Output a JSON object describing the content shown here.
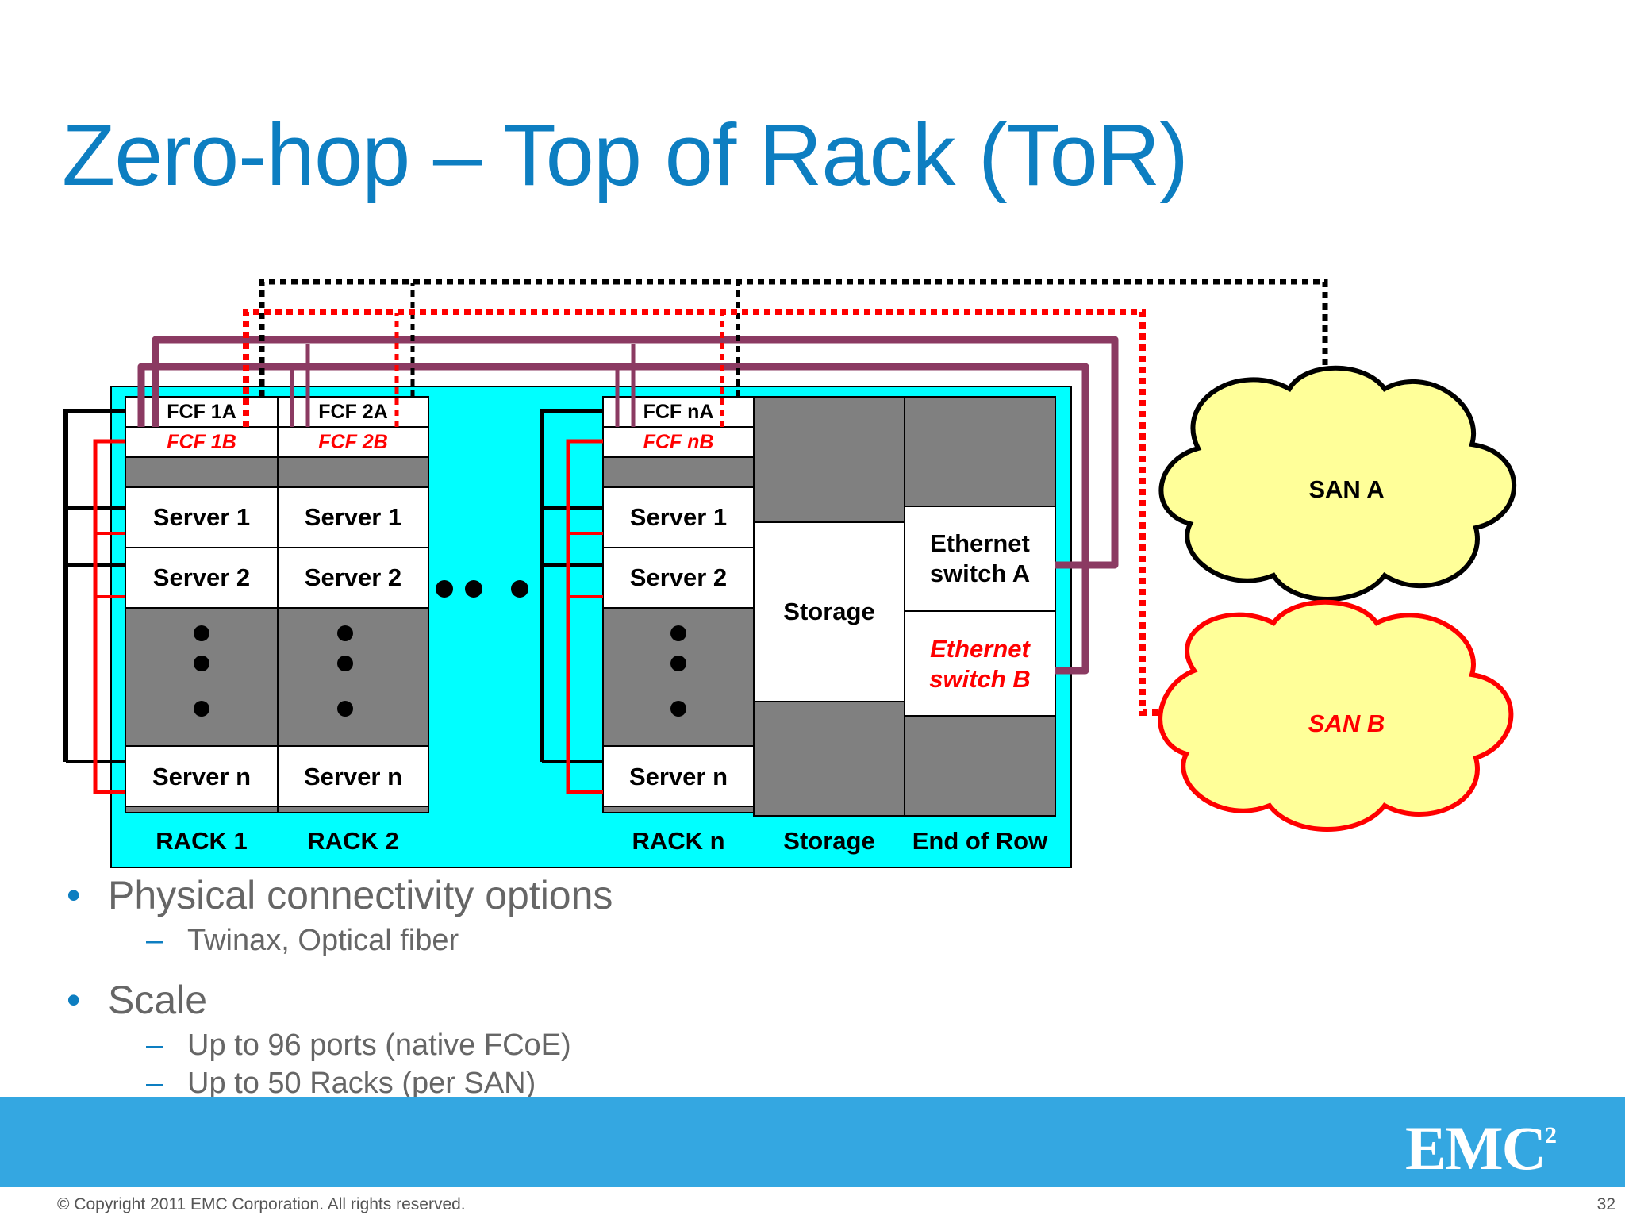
{
  "slide": {
    "title": "Zero-hop – Top of Rack (ToR)",
    "page_number": "32",
    "copyright": "© Copyright 2011 EMC Corporation. All rights reserved.",
    "logo_text": "EMC",
    "logo_superscript": "2"
  },
  "diagram": {
    "racks": [
      {
        "fcf_a": "FCF 1A",
        "fcf_b": "FCF 1B",
        "server_1": "Server 1",
        "server_2": "Server 2",
        "server_n": "Server n",
        "label": "RACK 1"
      },
      {
        "fcf_a": "FCF 2A",
        "fcf_b": "FCF 2B",
        "server_1": "Server 1",
        "server_2": "Server 2",
        "server_n": "Server n",
        "label": "RACK 2"
      },
      {
        "fcf_a": "FCF nA",
        "fcf_b": "FCF nB",
        "server_1": "Server 1",
        "server_2": "Server 2",
        "server_n": "Server n",
        "label": "RACK n"
      }
    ],
    "storage": {
      "box": "Storage",
      "label": "Storage"
    },
    "end_of_row": {
      "switch_a_line1": "Ethernet",
      "switch_a_line2": "switch A",
      "switch_b_line1": "Ethernet",
      "switch_b_line2": "switch B",
      "label": "End of Row"
    },
    "san_a": "SAN A",
    "san_b": "SAN B"
  },
  "bullets": {
    "b1": "Physical connectivity options",
    "b1_1": "Twinax, Optical fiber",
    "b2": "Scale",
    "b2_1": "Up to 96 ports (native FCoE)",
    "b2_2": "Up to 50 Racks (per SAN)"
  },
  "colors": {
    "title": "#0d7ec1",
    "background_panel": "#00ffff",
    "gray_fill": "#808080",
    "fabric_a": "#000000",
    "fabric_b": "#ff0000",
    "ethernet": "#8b3a62",
    "cloud_fill": "#ffff99",
    "footer_bar": "#34a7e1"
  }
}
